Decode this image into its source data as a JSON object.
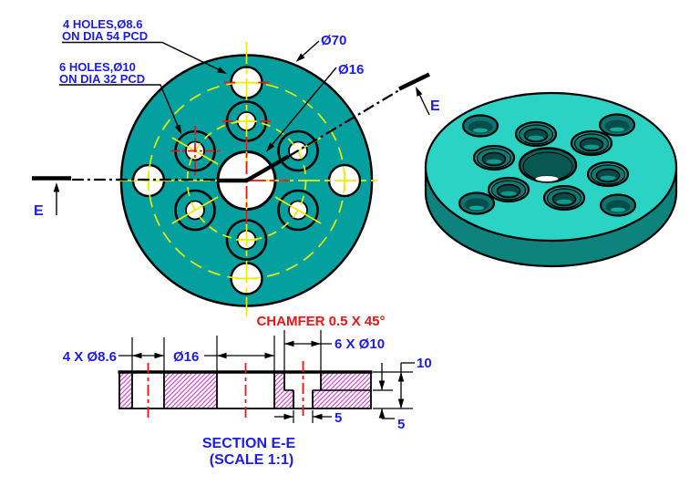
{
  "colors": {
    "part-teal": "#04a0a0",
    "iso-top": "#2bd3c5",
    "iso-side": "#0e837e",
    "iso-ring": "#13948c",
    "iso-bore": "#0b7370",
    "iso-bore-dark": "#074e4b",
    "hatch-magenta": "#cc4fcc",
    "dim-blue": "#1b1bee",
    "note-red": "#ee1414",
    "center-yellow": "#e9ee00",
    "center-red": "#ee1414"
  },
  "front_view": {
    "note_4_holes_line1": "4 HOLES,Ø8.6",
    "note_4_holes_line2": "ON DIA 54 PCD",
    "note_6_holes_line1": "6 HOLES,Ø10",
    "note_6_holes_line2": "ON DIA 32 PCD",
    "outer_dia_label": "Ø70",
    "center_hole_label": "Ø16",
    "cutting_plane_letter_left": "E",
    "cutting_plane_letter_right": "E"
  },
  "section_view": {
    "chamfer_note": "CHAMFER 0.5 X 45°",
    "dim_small_holes": "4 X Ø8.6",
    "dim_center_hole": "Ø16",
    "dim_large_holes": "6 X Ø10",
    "dim_total_thickness": "10",
    "dim_counterbore_depth": "5",
    "dim_through_hole": "5",
    "title": "SECTION E-E",
    "scale_note": "(SCALE 1:1)"
  }
}
